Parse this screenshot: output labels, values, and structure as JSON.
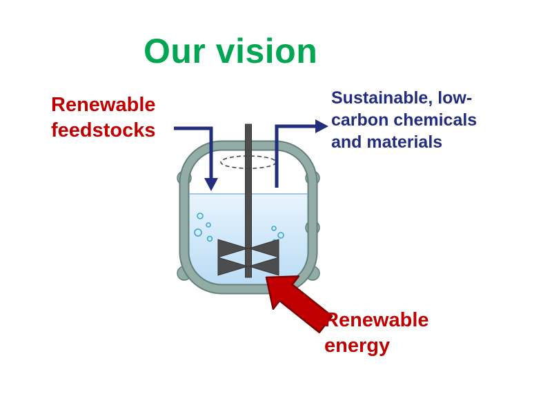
{
  "page": {
    "title": "Our vision"
  },
  "labels": {
    "feedstocks": "Renewable\nfeedstocks",
    "products": "Sustainable, low-\ncarbon chemicals\nand materials",
    "energy": "Renewable\nenergy"
  },
  "icons": {
    "reactor": "stirred-tank-reactor",
    "inlet_arrow": "down-arrow-into-vessel",
    "outlet_arrow": "up-right-arrow-out-of-vessel",
    "energy_arrow": "red-block-arrow-up-left",
    "rotation": "dashed-rotation-ellipse"
  },
  "colors": {
    "title_green": "#00A651",
    "label_red": "#C00000",
    "label_navy": "#232D7E",
    "flow_arrow_navy": "#232D7E",
    "energy_arrow_red": "#C00000",
    "energy_arrow_outline": "#7A0000",
    "vessel_wall": "#93ACA6",
    "vessel_wall_edge": "#62807A",
    "liquid_blue_top": "#E8F4FD",
    "liquid_blue_bottom": "#BBDCF5",
    "stirrer_gray": "#4D4D4D",
    "bubble_teal": "#35A8CC"
  }
}
